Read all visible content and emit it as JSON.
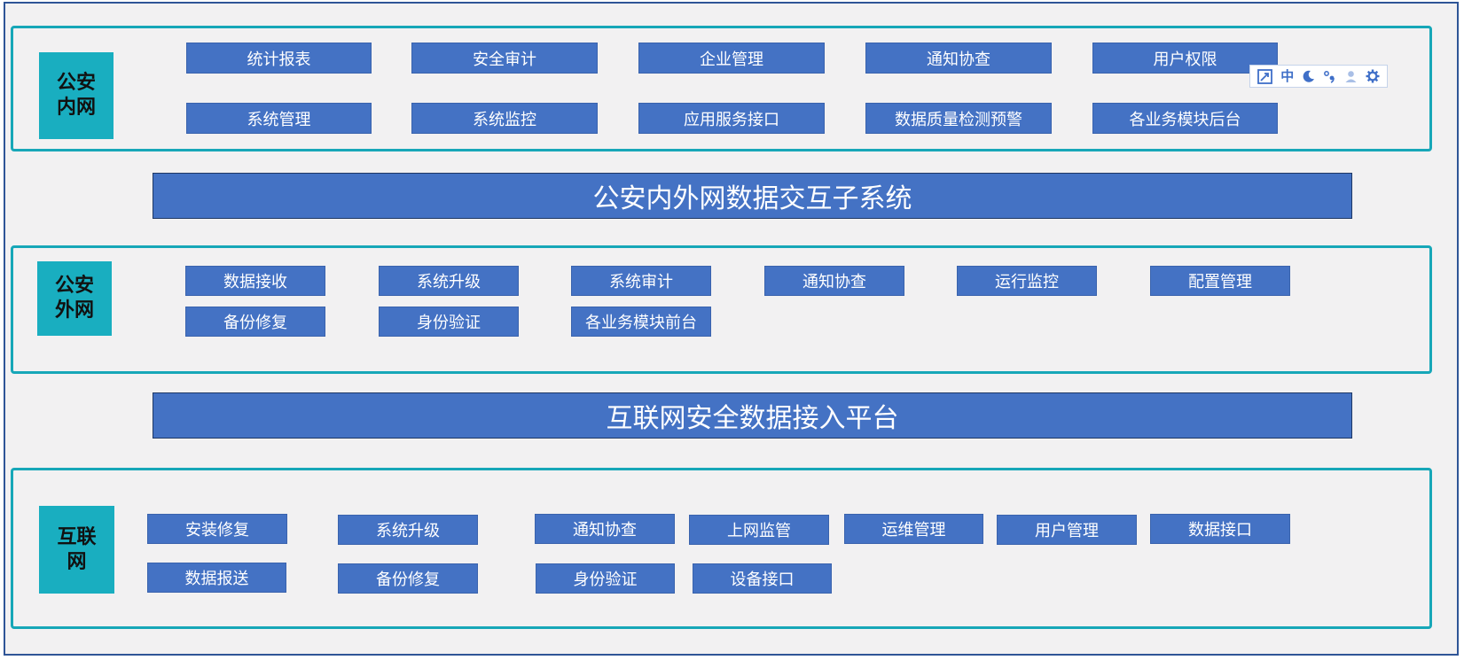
{
  "layers": {
    "intranet": {
      "tag": "公安内网",
      "modules": [
        "统计报表",
        "安全审计",
        "企业管理",
        "通知协查",
        "用户权限",
        "系统管理",
        "系统监控",
        "应用服务接口",
        "数据质量检测预警",
        "各业务模块后台"
      ]
    },
    "bar1": {
      "title": "公安内外网数据交互子系统"
    },
    "extranet": {
      "tag": "公安外网",
      "modules": [
        "数据接收",
        "系统升级",
        "系统审计",
        "通知协查",
        "运行监控",
        "配置管理",
        "备份修复",
        "身份验证",
        "各业务模块前台"
      ]
    },
    "bar2": {
      "title": "互联网安全数据接入平台"
    },
    "internet": {
      "tag": "互联网",
      "modules": [
        "安装修复",
        "系统升级",
        "通知协查",
        "上网监管",
        "运维管理",
        "用户管理",
        "数据接口",
        "数据报送",
        "备份修复",
        "身份验证",
        "设备接口"
      ]
    }
  },
  "ime_toolbar": {
    "lang_label": "中",
    "icons": [
      "keyboard-icon",
      "language-icon",
      "moon-icon",
      "punctuation-icon",
      "user-icon",
      "gear-icon"
    ]
  },
  "colors": {
    "module": "#4472c4",
    "tag": "#19aec0",
    "zone_border": "#17a7b8",
    "frame_border": "#2f5597",
    "background": "#f2f1f2"
  }
}
